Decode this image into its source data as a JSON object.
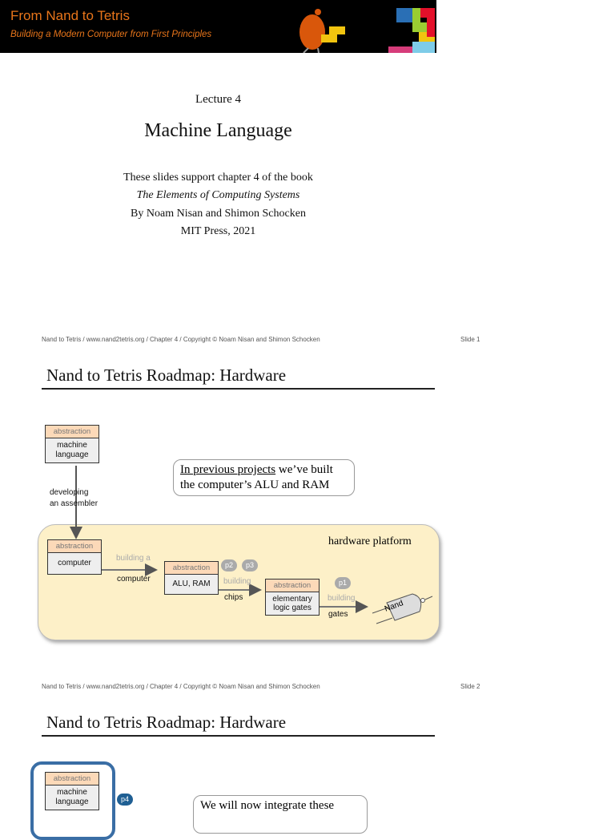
{
  "banner": {
    "title": "From Nand to Tetris",
    "subtitle": "Building a Modern Computer from First Principles"
  },
  "slide1": {
    "lecture": "Lecture 4",
    "title": "Machine Language",
    "line1": "These slides support chapter 4 of the book",
    "line2": "The Elements of Computing Systems",
    "line3": "By Noam Nisan and Shimon Schocken",
    "line4": "MIT Press, 2021",
    "footer": "Nand to Tetris / www.nand2tetris.org / Chapter 4 / Copyright © Noam Nisan and Shimon Schocken",
    "slide_no": "Slide 1"
  },
  "slide2": {
    "title": "Nand to Tetris Roadmap: Hardware",
    "abstraction": "abstraction",
    "ml": [
      "machine",
      "language"
    ],
    "developing": [
      "developing",
      "an assembler"
    ],
    "computer": "computer",
    "alu": "ALU, RAM",
    "gates": [
      "elementary",
      "logic gates"
    ],
    "building_a": "building a",
    "computer_lbl": "computer",
    "building": "building",
    "chips": "chips",
    "gates_lbl": "gates",
    "p1": "p1",
    "p2": "p2",
    "p3": "p3",
    "nand": "Nand",
    "platform": "hardware platform",
    "callout_link": "In previous projects",
    "callout_rest1": " we’ve built",
    "callout_line2": "the computer’s ALU and RAM",
    "footer": "Nand to Tetris / www.nand2tetris.org / Chapter 4 / Copyright © Noam Nisan and Shimon Schocken",
    "slide_no": "Slide 2"
  },
  "slide3": {
    "title": "Nand to Tetris Roadmap: Hardware",
    "abstraction": "abstraction",
    "ml": [
      "machine",
      "language"
    ],
    "p4": "p4",
    "callout": "We will now integrate these"
  },
  "colors": {
    "banner_text": "#e8751a",
    "platform": "#fdf0c8",
    "abstraction_header": "#fcd9b8",
    "highlight": "#3a6ea5"
  }
}
